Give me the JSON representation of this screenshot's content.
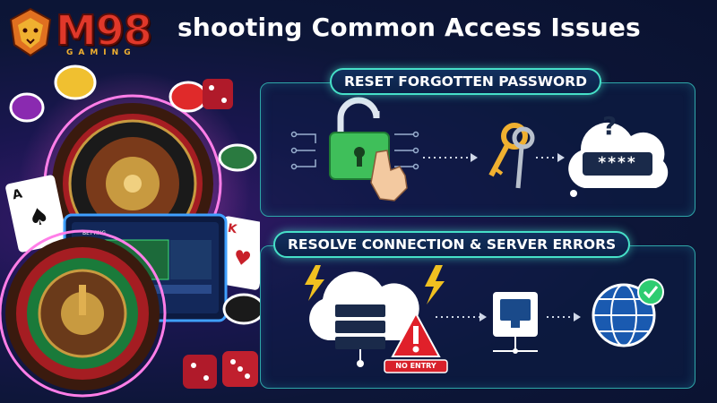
{
  "brand": {
    "logo_text": "M98",
    "logo_sub": "GAMING"
  },
  "headline": "shooting Common Access Issues",
  "sections": [
    {
      "title": "RESET FORGOTTEN PASSWORD"
    },
    {
      "title": "RESOLVE CONNECTION & SERVER ERRORS"
    }
  ],
  "password_field": {
    "value": "****"
  },
  "server_alert": {
    "badge": "NO ENTRY"
  },
  "tablet": {
    "betting_label": "BETTING"
  },
  "colors": {
    "accent_teal": "#46e0c8",
    "lock_green": "#3fbf5a",
    "key_gold": "#f0b030",
    "alert_red": "#d8202a",
    "check_green": "#2ecc71"
  },
  "icons": [
    "lion-head-icon",
    "padlock-icon",
    "key-icon",
    "password-cloud-icon",
    "lightning-icon",
    "server-cloud-icon",
    "warning-icon",
    "network-port-icon",
    "globe-icon",
    "checkmark-icon"
  ]
}
